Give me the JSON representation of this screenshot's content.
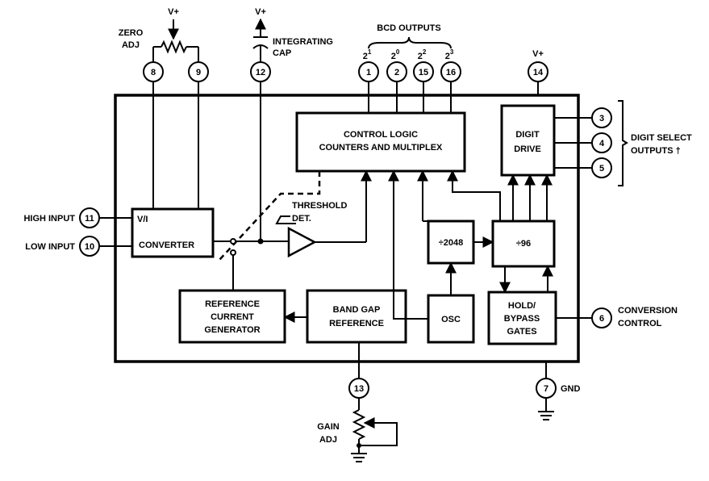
{
  "pins": [
    {
      "id": "8",
      "name": "pin-8"
    },
    {
      "id": "9",
      "name": "pin-9"
    },
    {
      "id": "12",
      "name": "pin-12"
    },
    {
      "id": "1",
      "name": "pin-1"
    },
    {
      "id": "2",
      "name": "pin-2"
    },
    {
      "id": "15",
      "name": "pin-15"
    },
    {
      "id": "16",
      "name": "pin-16"
    },
    {
      "id": "14",
      "name": "pin-14"
    },
    {
      "id": "3",
      "name": "pin-3"
    },
    {
      "id": "4",
      "name": "pin-4"
    },
    {
      "id": "5",
      "name": "pin-5"
    },
    {
      "id": "11",
      "name": "pin-11"
    },
    {
      "id": "10",
      "name": "pin-10"
    },
    {
      "id": "6",
      "name": "pin-6"
    },
    {
      "id": "13",
      "name": "pin-13"
    },
    {
      "id": "7",
      "name": "pin-7"
    }
  ],
  "labels": {
    "zero_adj_1": "ZERO",
    "zero_adj_2": "ADJ",
    "vplus_zero": "V+",
    "vplus_cap": "V+",
    "vplus_14": "V+",
    "integrating_1": "INTEGRATING",
    "integrating_2": "CAP",
    "bcd_outputs": "BCD OUTPUTS",
    "bcd_base": "2",
    "bcd_exp": [
      "1",
      "0",
      "2",
      "3"
    ],
    "digit_select_1": "DIGIT SELECT",
    "digit_select_2": "OUTPUTS †",
    "high_input": "HIGH INPUT",
    "low_input": "LOW INPUT",
    "conversion_1": "CONVERSION",
    "conversion_2": "CONTROL",
    "gnd": "GND",
    "gain_1": "GAIN",
    "gain_2": "ADJ",
    "threshold_1": "THRESHOLD",
    "threshold_2": "DET."
  },
  "blocks": {
    "control_logic_1": "CONTROL LOGIC",
    "control_logic_2": "COUNTERS AND MULTIPLEX",
    "digit_drive_1": "DIGIT",
    "digit_drive_2": "DRIVE",
    "vi_top": "V/I",
    "vi_bottom": "CONVERTER",
    "div2048": "÷2048",
    "div96": "÷96",
    "reference_1": "REFERENCE",
    "reference_2": "CURRENT",
    "reference_3": "GENERATOR",
    "bandgap_1": "BAND GAP",
    "bandgap_2": "REFERENCE",
    "osc": "OSC",
    "hold_1": "HOLD/",
    "hold_2": "BYPASS",
    "hold_3": "GATES"
  }
}
